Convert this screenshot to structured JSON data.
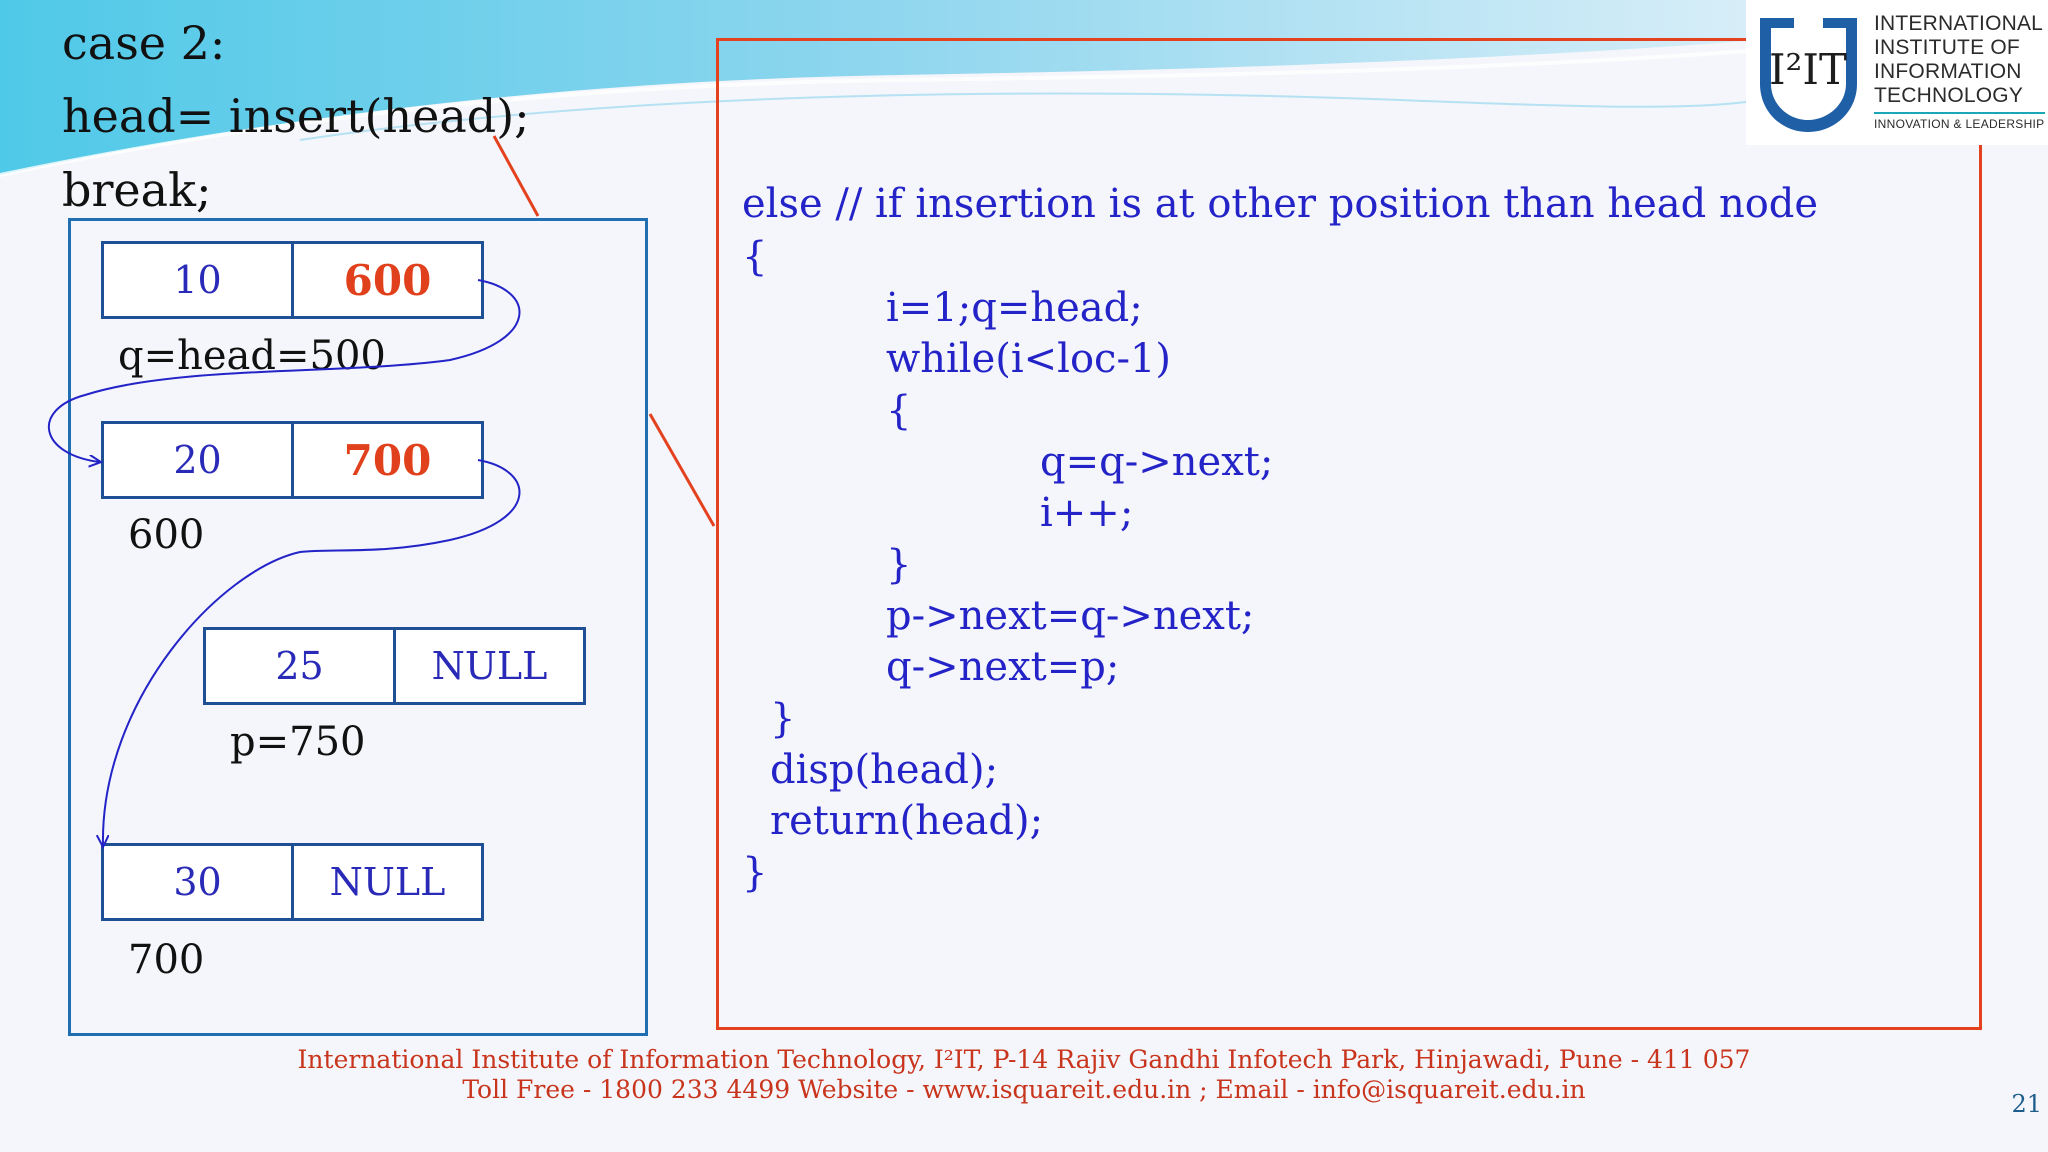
{
  "case_code": [
    "case 2:",
    "head= insert(head);",
    "break;"
  ],
  "nodes": [
    {
      "data": "10",
      "next": "600",
      "address": "q=head=500",
      "next_highlight": true
    },
    {
      "data": "20",
      "next": "700",
      "address": "600",
      "next_highlight": true
    },
    {
      "data": "25",
      "next": "NULL",
      "address": "p=750",
      "next_highlight": false
    },
    {
      "data": "30",
      "next": "NULL",
      "address": "700",
      "next_highlight": false
    }
  ],
  "code_lines": [
    "else // if insertion is at other position than head node",
    "{",
    "i=1;q=head;",
    "while(i<loc-1)",
    "{",
    "q=q->next;",
    "i++;",
    "}",
    "p->next=q->next;",
    "q->next=p;",
    "}",
    "disp(head);",
    "return(head);",
    "}"
  ],
  "logo": {
    "mark": "I²IT",
    "name_lines": [
      "INTERNATIONAL",
      "INSTITUTE OF",
      "INFORMATION",
      "TECHNOLOGY"
    ],
    "tagline": "INNOVATION & LEADERSHIP"
  },
  "footer": {
    "line1": "International Institute of Information Technology, I²IT, P-14 Rajiv Gandhi Infotech Park, Hinjawadi, Pune - 411 057",
    "line2": "Toll Free - 1800 233 4499 Website - www.isquareit.edu.in ; Email - info@isquareit.edu.in"
  },
  "page_number": "21",
  "colors": {
    "code_text": "#2323c8",
    "highlight": "#e0401b",
    "box_border": "#1f6fb2",
    "code_border": "#e4411e",
    "footer_text": "#c8341c"
  }
}
